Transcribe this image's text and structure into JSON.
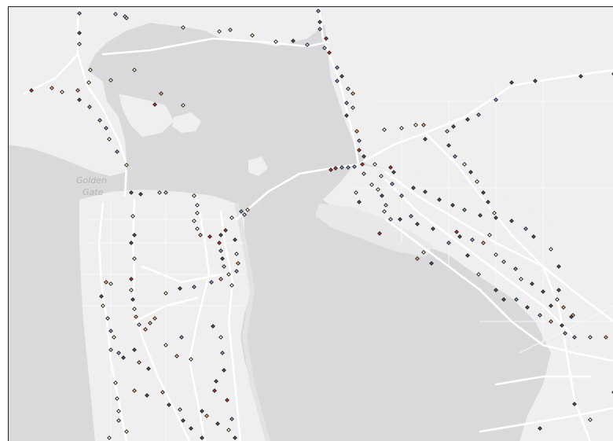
{
  "map": {
    "labels": [
      {
        "name": "golden-gate-label-line1",
        "text": "Golden"
      },
      {
        "name": "golden-gate-label-line2",
        "text": "Gate"
      }
    ],
    "colors": {
      "water": "#d9d9db",
      "land": "#efefef",
      "land_edge": "#e3e3e5",
      "road": "#ffffff",
      "road_minor": "#fafafa",
      "frame": "#222222"
    },
    "sensor_colors": {
      "red": "#c0302a",
      "orange": "#e8a673",
      "pale": "#f3ecc7",
      "light_blue": "#b8c9dc",
      "blue": "#7f9dc2",
      "dark": "#4e5460"
    }
  }
}
